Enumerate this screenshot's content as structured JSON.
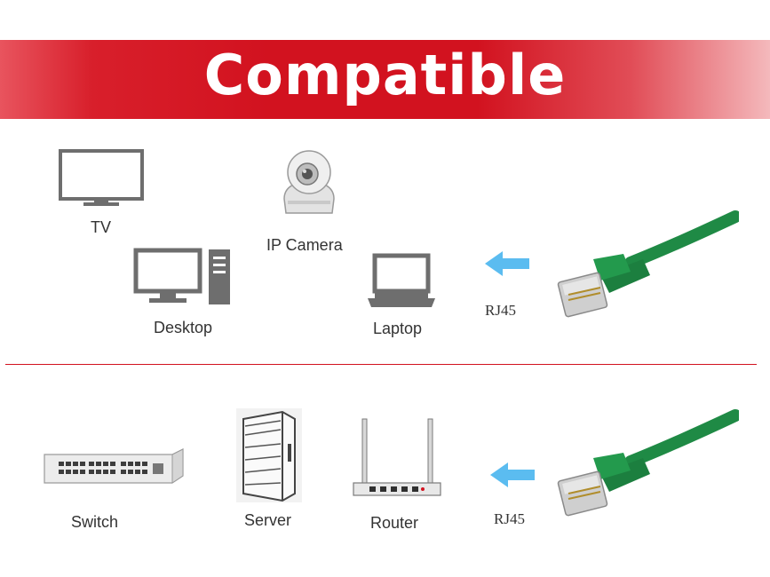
{
  "banner": {
    "title": "Compatible",
    "color_primary": "#d2121f"
  },
  "top_section": {
    "devices": [
      {
        "label": "TV",
        "icon": "tv-icon"
      },
      {
        "label": "IP Camera",
        "icon": "ip-camera-icon"
      },
      {
        "label": "Desktop",
        "icon": "desktop-computer-icon"
      },
      {
        "label": "Laptop",
        "icon": "laptop-icon"
      }
    ],
    "connector_label": "RJ45"
  },
  "bottom_section": {
    "devices": [
      {
        "label": "Switch",
        "icon": "network-switch-icon"
      },
      {
        "label": "Server",
        "icon": "server-rack-icon"
      },
      {
        "label": "Router",
        "icon": "wifi-router-icon"
      }
    ],
    "connector_label": "RJ45"
  },
  "colors": {
    "arrow": "#5bbcf0",
    "cable": "#1f8a45",
    "divider": "#d2121f"
  }
}
